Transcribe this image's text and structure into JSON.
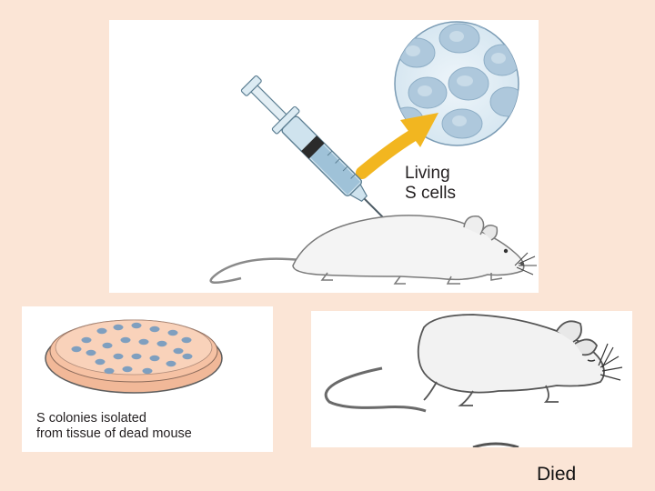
{
  "labels": {
    "living_line_1": "Living",
    "living_line_2": "S cells",
    "colonies_line_1": "S colonies isolated",
    "colonies_line_2": "from tissue of dead mouse",
    "result": "Died"
  },
  "colors": {
    "slide_background": "#fbe5d6",
    "panel_background": "#ffffff",
    "arrow": "#f2b620",
    "cells": "#aec8dc",
    "petri_agar": "#f6c2a4",
    "colony": "#7f9fbf",
    "syringe": "#cfe3ee"
  },
  "icons": {
    "syringe": "syringe-icon",
    "cell_view": "magnified-cells-icon",
    "arrow": "curved-arrow-icon",
    "mouse_alive": "mouse-icon",
    "petri_dish": "petri-dish-icon",
    "mouse_dead": "dead-mouse-icon"
  }
}
